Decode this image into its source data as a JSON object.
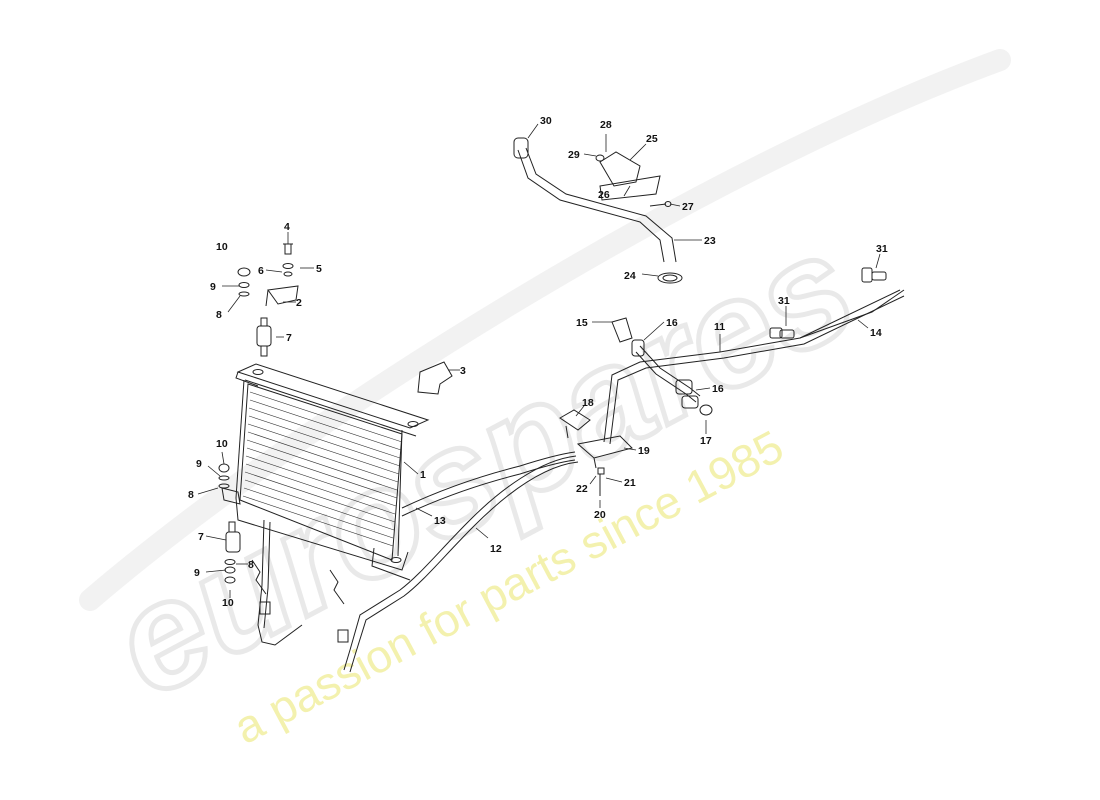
{
  "watermark": {
    "brand": "eurospares",
    "tagline": "a passion for parts since 1985",
    "brand_color": "#e6e6e6",
    "tagline_color": "#f3f1a8"
  },
  "labels": [
    {
      "id": "1",
      "text": "1"
    },
    {
      "id": "2",
      "text": "2"
    },
    {
      "id": "3",
      "text": "3"
    },
    {
      "id": "4",
      "text": "4"
    },
    {
      "id": "5",
      "text": "5"
    },
    {
      "id": "6",
      "text": "6"
    },
    {
      "id": "7a",
      "text": "7"
    },
    {
      "id": "7b",
      "text": "7"
    },
    {
      "id": "8a",
      "text": "8"
    },
    {
      "id": "8b",
      "text": "8"
    },
    {
      "id": "8c",
      "text": "8"
    },
    {
      "id": "9a",
      "text": "9"
    },
    {
      "id": "9b",
      "text": "9"
    },
    {
      "id": "9c",
      "text": "9"
    },
    {
      "id": "10a",
      "text": "10"
    },
    {
      "id": "10b",
      "text": "10"
    },
    {
      "id": "10c",
      "text": "10"
    },
    {
      "id": "11",
      "text": "11"
    },
    {
      "id": "12",
      "text": "12"
    },
    {
      "id": "13",
      "text": "13"
    },
    {
      "id": "14",
      "text": "14"
    },
    {
      "id": "15",
      "text": "15"
    },
    {
      "id": "16a",
      "text": "16"
    },
    {
      "id": "16b",
      "text": "16"
    },
    {
      "id": "17",
      "text": "17"
    },
    {
      "id": "18",
      "text": "18"
    },
    {
      "id": "19",
      "text": "19"
    },
    {
      "id": "20",
      "text": "20"
    },
    {
      "id": "21",
      "text": "21"
    },
    {
      "id": "22",
      "text": "22"
    },
    {
      "id": "23",
      "text": "23"
    },
    {
      "id": "24",
      "text": "24"
    },
    {
      "id": "25",
      "text": "25"
    },
    {
      "id": "26",
      "text": "26"
    },
    {
      "id": "27",
      "text": "27"
    },
    {
      "id": "28",
      "text": "28"
    },
    {
      "id": "29",
      "text": "29"
    },
    {
      "id": "30",
      "text": "30"
    },
    {
      "id": "31a",
      "text": "31"
    },
    {
      "id": "31b",
      "text": "31"
    }
  ]
}
